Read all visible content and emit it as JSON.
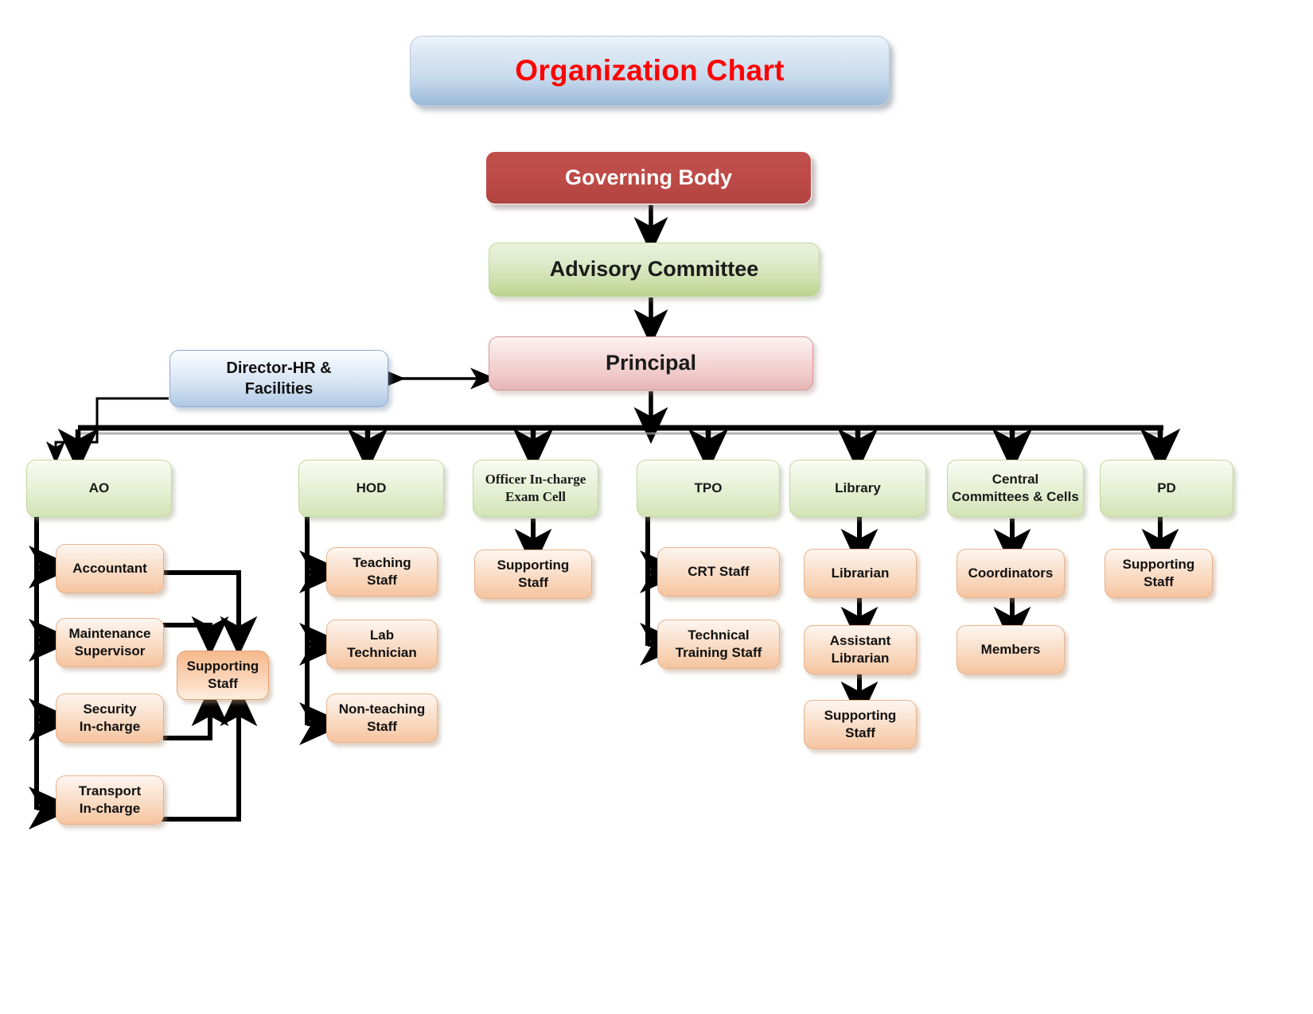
{
  "title": {
    "text": "Organization Chart"
  },
  "chart_data": {
    "type": "diagram",
    "diagram_kind": "organization-chart",
    "title": "Organization Chart",
    "nodes": [
      {
        "id": "governing-body",
        "label": "Governing Body",
        "level": 0,
        "style": "red"
      },
      {
        "id": "advisory-committee",
        "label": "Advisory Committee",
        "level": 1,
        "style": "green-big"
      },
      {
        "id": "principal",
        "label": "Principal",
        "level": 2,
        "style": "pink"
      },
      {
        "id": "director-hr",
        "label": "Director-HR &\nFacilities",
        "level": 2,
        "style": "blue"
      },
      {
        "id": "ao",
        "label": "AO",
        "level": 3,
        "style": "green"
      },
      {
        "id": "hod",
        "label": "HOD",
        "level": 3,
        "style": "green"
      },
      {
        "id": "exam-cell",
        "label": "Officer In-charge\nExam Cell",
        "level": 3,
        "style": "green-serif"
      },
      {
        "id": "tpo",
        "label": "TPO",
        "level": 3,
        "style": "green"
      },
      {
        "id": "library",
        "label": "Library",
        "level": 3,
        "style": "green"
      },
      {
        "id": "central-committees",
        "label": "Central\nCommittees & Cells",
        "level": 3,
        "style": "green"
      },
      {
        "id": "pd",
        "label": "PD",
        "level": 3,
        "style": "green"
      },
      {
        "id": "accountant",
        "label": "Accountant",
        "level": 4,
        "style": "orange"
      },
      {
        "id": "maintenance-supervisor",
        "label": "Maintenance\nSupervisor",
        "level": 4,
        "style": "orange"
      },
      {
        "id": "security-incharge",
        "label": "Security\nIn-charge",
        "level": 4,
        "style": "orange"
      },
      {
        "id": "transport-incharge",
        "label": "Transport\nIn-charge",
        "level": 4,
        "style": "orange"
      },
      {
        "id": "ao-supporting-staff",
        "label": "Supporting\nStaff",
        "level": 5,
        "style": "orange-deep"
      },
      {
        "id": "teaching-staff",
        "label": "Teaching\nStaff",
        "level": 4,
        "style": "orange"
      },
      {
        "id": "lab-technician",
        "label": "Lab\nTechnician",
        "level": 4,
        "style": "orange"
      },
      {
        "id": "non-teaching-staff",
        "label": "Non-teaching\nStaff",
        "level": 4,
        "style": "orange"
      },
      {
        "id": "exam-supporting-staff",
        "label": "Supporting\nStaff",
        "level": 4,
        "style": "orange"
      },
      {
        "id": "crt-staff",
        "label": "CRT Staff",
        "level": 4,
        "style": "orange"
      },
      {
        "id": "technical-training-staff",
        "label": "Technical\nTraining Staff",
        "level": 4,
        "style": "orange"
      },
      {
        "id": "librarian",
        "label": "Librarian",
        "level": 4,
        "style": "orange"
      },
      {
        "id": "assistant-librarian",
        "label": "Assistant\nLibrarian",
        "level": 5,
        "style": "orange"
      },
      {
        "id": "library-supporting-staff",
        "label": "Supporting\nStaff",
        "level": 6,
        "style": "orange"
      },
      {
        "id": "coordinators",
        "label": "Coordinators",
        "level": 4,
        "style": "orange"
      },
      {
        "id": "members",
        "label": "Members",
        "level": 5,
        "style": "orange"
      },
      {
        "id": "pd-supporting-staff",
        "label": "Supporting\nStaff",
        "level": 4,
        "style": "orange"
      }
    ],
    "edges": [
      {
        "from": "governing-body",
        "to": "advisory-committee",
        "type": "arrow-down"
      },
      {
        "from": "advisory-committee",
        "to": "principal",
        "type": "arrow-down"
      },
      {
        "from": "principal",
        "to": "director-hr",
        "type": "double-arrow-horizontal"
      },
      {
        "from": "principal",
        "to": "ao",
        "type": "bus"
      },
      {
        "from": "principal",
        "to": "hod",
        "type": "bus"
      },
      {
        "from": "principal",
        "to": "exam-cell",
        "type": "bus"
      },
      {
        "from": "principal",
        "to": "tpo",
        "type": "bus"
      },
      {
        "from": "principal",
        "to": "library",
        "type": "bus"
      },
      {
        "from": "principal",
        "to": "central-committees",
        "type": "bus"
      },
      {
        "from": "principal",
        "to": "pd",
        "type": "bus"
      },
      {
        "from": "director-hr",
        "to": "ao",
        "type": "elbow-thin"
      },
      {
        "from": "ao",
        "to": "accountant",
        "type": "spine"
      },
      {
        "from": "ao",
        "to": "maintenance-supervisor",
        "type": "spine"
      },
      {
        "from": "ao",
        "to": "security-incharge",
        "type": "spine"
      },
      {
        "from": "ao",
        "to": "transport-incharge",
        "type": "spine"
      },
      {
        "from": "accountant",
        "to": "ao-supporting-staff",
        "type": "elbow"
      },
      {
        "from": "maintenance-supervisor",
        "to": "ao-supporting-staff",
        "type": "elbow"
      },
      {
        "from": "security-incharge",
        "to": "ao-supporting-staff",
        "type": "elbow-up"
      },
      {
        "from": "transport-incharge",
        "to": "ao-supporting-staff",
        "type": "elbow-up"
      },
      {
        "from": "hod",
        "to": "teaching-staff",
        "type": "spine"
      },
      {
        "from": "hod",
        "to": "lab-technician",
        "type": "spine"
      },
      {
        "from": "hod",
        "to": "non-teaching-staff",
        "type": "spine"
      },
      {
        "from": "exam-cell",
        "to": "exam-supporting-staff",
        "type": "arrow-down"
      },
      {
        "from": "tpo",
        "to": "crt-staff",
        "type": "spine"
      },
      {
        "from": "tpo",
        "to": "technical-training-staff",
        "type": "spine"
      },
      {
        "from": "library",
        "to": "librarian",
        "type": "arrow-down"
      },
      {
        "from": "librarian",
        "to": "assistant-librarian",
        "type": "arrow-down"
      },
      {
        "from": "assistant-librarian",
        "to": "library-supporting-staff",
        "type": "arrow-down"
      },
      {
        "from": "central-committees",
        "to": "coordinators",
        "type": "arrow-down"
      },
      {
        "from": "coordinators",
        "to": "members",
        "type": "arrow-down"
      },
      {
        "from": "pd",
        "to": "pd-supporting-staff",
        "type": "arrow-down"
      }
    ],
    "colors": {
      "title_text": "#ff0000",
      "title_fill": "#c6d9ec",
      "governing_body_fill": "#c0504d",
      "advisory_fill": "#cfe0af",
      "principal_fill": "#efc9c8",
      "director_fill": "#cfdff0",
      "level3_fill": "#e3eed0",
      "leaf_fill": "#f8d3b6",
      "connector": "#000000"
    }
  }
}
